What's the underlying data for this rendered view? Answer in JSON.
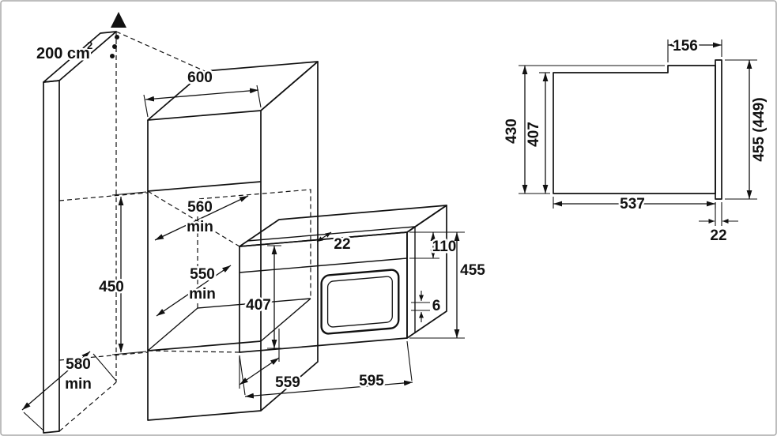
{
  "figure": {
    "cabinet": {
      "vent_area": "200 cm",
      "vent_area_exponent": "2",
      "width": "600",
      "niche_width": "560",
      "niche_width_suffix": "min",
      "niche_depth": "550",
      "niche_depth_suffix": "min",
      "niche_height": "450",
      "plinth_depth": "580",
      "plinth_depth_suffix": "min"
    },
    "oven": {
      "top_offset": "22",
      "control_panel_height": "110",
      "front_height": "455",
      "body_height": "407",
      "bottom_gap": "6",
      "total_depth": "559",
      "front_width": "595"
    },
    "side_view": {
      "top_front_depth": "156",
      "front_section_height": "430",
      "body_height": "407",
      "front_frame_height": "455 (449)",
      "body_depth": "537",
      "door_thickness": "22"
    }
  }
}
